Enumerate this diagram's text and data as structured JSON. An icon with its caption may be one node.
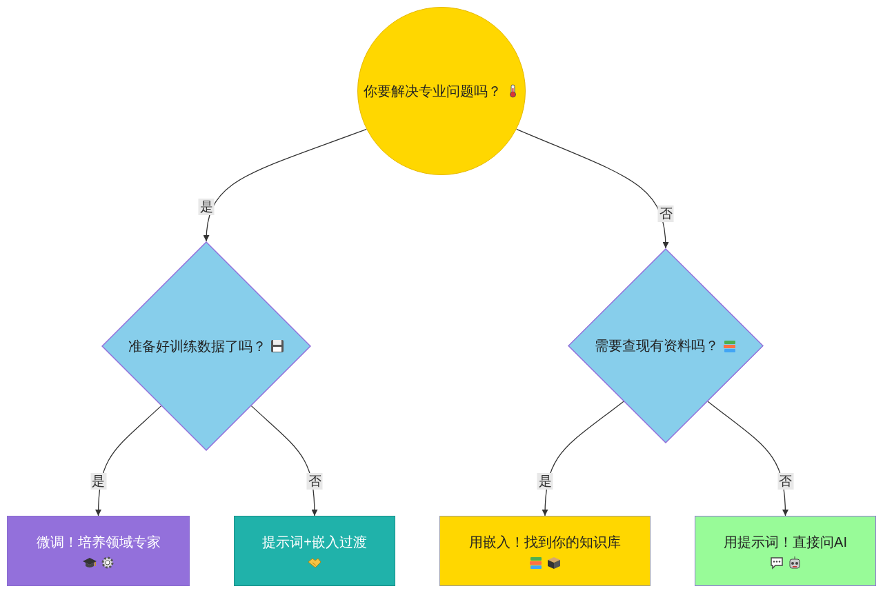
{
  "diagram": {
    "nodes": [
      {
        "text": [
          "你要解决专业问题吗？"
        ]
      },
      {
        "text": [
          "准备好训练数据了吗？"
        ]
      },
      {
        "text": [
          "需要查现有资料吗？"
        ]
      },
      {
        "text": [
          "微调！培养领域专家"
        ]
      },
      {
        "text": [
          "提示词+嵌入过渡"
        ]
      },
      {
        "text": [
          "用嵌入！找到你的知识库"
        ]
      },
      {
        "text": [
          "用提示词！直接问AI"
        ]
      }
    ],
    "edges": [
      {
        "from": 0,
        "to": 1,
        "arrow": "to",
        "label": "是"
      },
      {
        "from": 0,
        "to": 2,
        "arrow": "to",
        "label": "否"
      },
      {
        "from": 1,
        "to": 3,
        "arrow": "to",
        "label": "是"
      },
      {
        "from": 1,
        "to": 4,
        "arrow": "to",
        "label": "否"
      },
      {
        "from": 2,
        "to": 5,
        "arrow": "to",
        "label": "是"
      },
      {
        "from": 2,
        "to": 6,
        "arrow": "to",
        "label": "否"
      }
    ]
  }
}
